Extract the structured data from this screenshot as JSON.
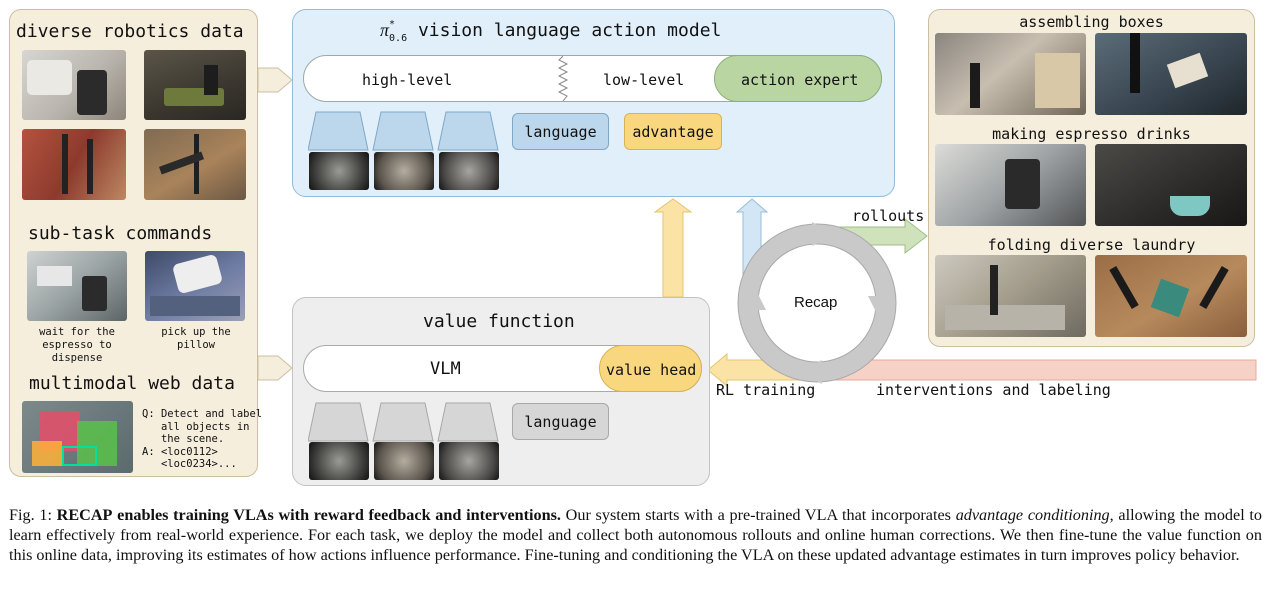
{
  "left_panel": {
    "robotics_title": "diverse robotics data",
    "subtask_title": "sub-task commands",
    "subtask_captions": [
      "wait for the espresso to dispense",
      "pick up the pillow"
    ],
    "web_title": "multimodal web data",
    "qa_text": "Q: Detect and label\n   all objects in\n   the scene.\nA: <loc0112>\n   <loc0234>..."
  },
  "vla": {
    "title_symbol": "π",
    "title_sup": "*",
    "title_sub": "0.6",
    "title": "vision language action model",
    "high_level": "high-level",
    "low_level": "low-level",
    "action_expert": "action expert",
    "language": "language",
    "advantage": "advantage"
  },
  "value_function": {
    "title": "value function",
    "vlm": "VLM",
    "value_head": "value head",
    "language": "language"
  },
  "loop": {
    "recap": "Recap",
    "rollouts": "rollouts",
    "rl_training": "RL training",
    "interventions": "interventions and labeling"
  },
  "right_panel": {
    "tasks": [
      "assembling boxes",
      "making espresso drinks",
      "folding diverse laundry"
    ]
  },
  "caption": {
    "fig_label": "Fig. 1:",
    "bold_a": "R",
    "bold_sc": "ECAP",
    "bold_rest": " enables training VLAs with reward feedback and interventions.",
    "text_1": " Our system starts with a pre-trained VLA that incorporates ",
    "italic": "advantage conditioning",
    "text_2": ", allowing the model to learn effectively from real-world experience. For each task, we deploy the model and collect both autonomous rollouts and online human corrections. We then fine-tune the value function on this online data, improving its estimates of how actions influence performance. Fine-tuning and conditioning the VLA on these updated advantage estimates in turn improves policy behavior."
  },
  "colors": {
    "panel_beige": "#f6eedd",
    "vla_blue": "#e1effa",
    "action_green": "#b9d5a2",
    "advantage_yellow": "#f9d77e",
    "value_gray": "#eeeeee",
    "intervention_pink": "#f6d2c6"
  }
}
